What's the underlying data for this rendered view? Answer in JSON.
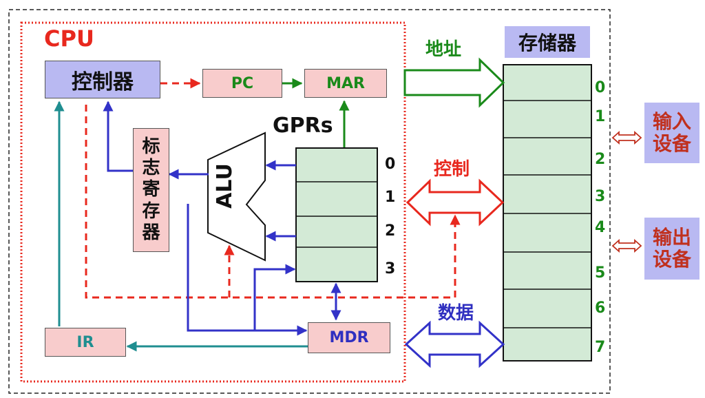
{
  "cpu": {
    "title": "CPU"
  },
  "units": {
    "controller": "控制器",
    "pc": "PC",
    "mar": "MAR",
    "mdr": "MDR",
    "ir": "IR",
    "flags": [
      "标",
      "志",
      "寄",
      "存",
      "器"
    ],
    "alu": "ALU",
    "gprs_title": "GPRs",
    "gpr_indices": [
      "0",
      "1",
      "2",
      "3"
    ]
  },
  "memory": {
    "title": "存储器",
    "cell_indices": [
      "0",
      "1",
      "2",
      "3",
      "4",
      "5",
      "6",
      "7"
    ]
  },
  "buses": {
    "address": "地址",
    "control": "控制",
    "data": "数据"
  },
  "devices": {
    "input": [
      "输入",
      "设备"
    ],
    "output": [
      "输出",
      "设备"
    ]
  },
  "colors": {
    "green": "#1a8a1a",
    "teal": "#1f8e90",
    "blue": "#3232c8",
    "red": "#e8281e",
    "pink": "#f8cccc",
    "lavender": "#b9b9f2",
    "memory_fill": "#d3ead6"
  }
}
